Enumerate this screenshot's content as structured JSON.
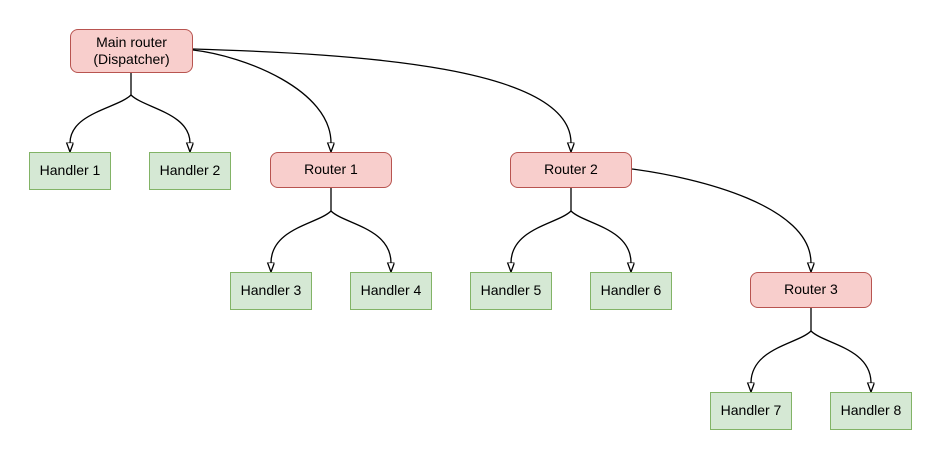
{
  "diagram": {
    "nodes": {
      "main_router": {
        "label": "Main router (Dispatcher)",
        "type": "router"
      },
      "router1": {
        "label": "Router 1",
        "type": "router"
      },
      "router2": {
        "label": "Router 2",
        "type": "router"
      },
      "router3": {
        "label": "Router 3",
        "type": "router"
      },
      "handler1": {
        "label": "Handler 1",
        "type": "handler"
      },
      "handler2": {
        "label": "Handler 2",
        "type": "handler"
      },
      "handler3": {
        "label": "Handler 3",
        "type": "handler"
      },
      "handler4": {
        "label": "Handler 4",
        "type": "handler"
      },
      "handler5": {
        "label": "Handler 5",
        "type": "handler"
      },
      "handler6": {
        "label": "Handler 6",
        "type": "handler"
      },
      "handler7": {
        "label": "Handler 7",
        "type": "handler"
      },
      "handler8": {
        "label": "Handler 8",
        "type": "handler"
      }
    },
    "edges": [
      {
        "from": "main_router",
        "to": "handler1"
      },
      {
        "from": "main_router",
        "to": "handler2"
      },
      {
        "from": "main_router",
        "to": "router1"
      },
      {
        "from": "main_router",
        "to": "router2"
      },
      {
        "from": "router1",
        "to": "handler3"
      },
      {
        "from": "router1",
        "to": "handler4"
      },
      {
        "from": "router2",
        "to": "handler5"
      },
      {
        "from": "router2",
        "to": "handler6"
      },
      {
        "from": "router2",
        "to": "router3"
      },
      {
        "from": "router3",
        "to": "handler7"
      },
      {
        "from": "router3",
        "to": "handler8"
      }
    ],
    "colors": {
      "router_fill": "#f8cecc",
      "router_border": "#b85450",
      "handler_fill": "#d5e8d4",
      "handler_border": "#82b366",
      "edge": "#000000",
      "background": "#ffffff",
      "text": "#000000"
    }
  }
}
